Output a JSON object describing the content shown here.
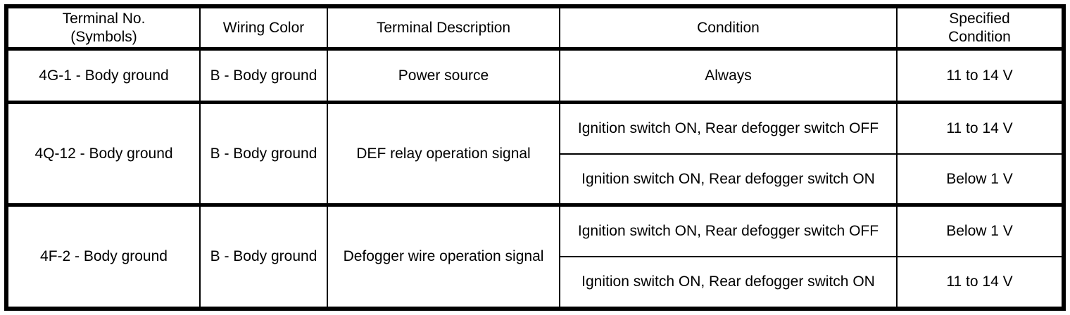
{
  "table": {
    "columns": [
      {
        "id": "terminal_no",
        "label_line1": "Terminal No.",
        "label_line2": "(Symbols)"
      },
      {
        "id": "wiring_color",
        "label_line1": "Wiring Color",
        "label_line2": ""
      },
      {
        "id": "terminal_description",
        "label_line1": "Terminal Description",
        "label_line2": ""
      },
      {
        "id": "condition",
        "label_line1": "Condition",
        "label_line2": ""
      },
      {
        "id": "specified_condition",
        "label_line1": "Specified",
        "label_line2": "Condition"
      }
    ],
    "rows": [
      {
        "terminal_no": "4G-1 - Body ground",
        "wiring_color": "B - Body ground",
        "terminal_description": "Power source",
        "conditions": [
          {
            "condition": "Always",
            "specified_condition": "11 to 14 V"
          }
        ]
      },
      {
        "terminal_no": "4Q-12 - Body ground",
        "wiring_color": "B - Body ground",
        "terminal_description": "DEF relay operation signal",
        "conditions": [
          {
            "condition": "Ignition switch ON, Rear defogger switch OFF",
            "specified_condition": "11 to 14 V"
          },
          {
            "condition": "Ignition switch ON, Rear defogger switch ON",
            "specified_condition": "Below 1 V"
          }
        ]
      },
      {
        "terminal_no": "4F-2 - Body ground",
        "wiring_color": "B - Body ground",
        "terminal_description": "Defogger wire operation signal",
        "conditions": [
          {
            "condition": "Ignition switch ON, Rear defogger switch OFF",
            "specified_condition": "Below 1 V"
          },
          {
            "condition": "Ignition switch ON, Rear defogger switch ON",
            "specified_condition": "11 to 14 V"
          }
        ]
      }
    ]
  },
  "colors": {
    "border": "#000000",
    "text": "#000000",
    "background": "#ffffff"
  }
}
